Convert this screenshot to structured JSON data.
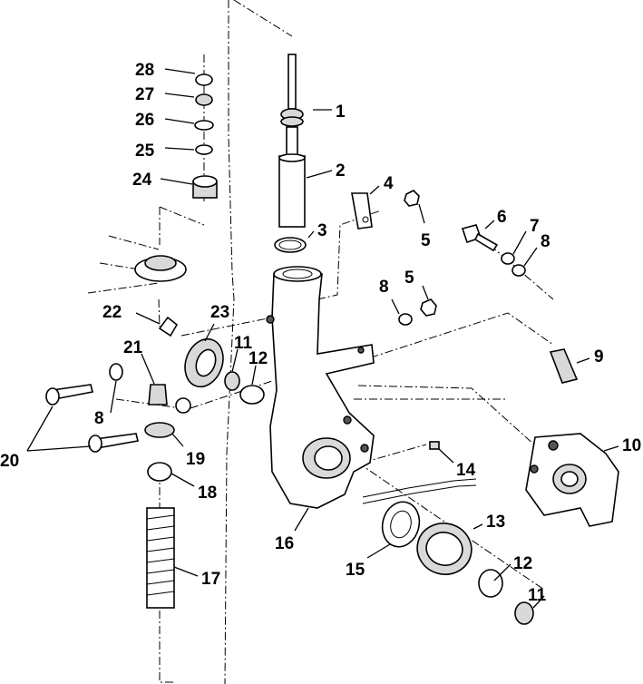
{
  "diagram": {
    "callouts": [
      {
        "id": "c1",
        "label": "1"
      },
      {
        "id": "c2",
        "label": "2"
      },
      {
        "id": "c3",
        "label": "3"
      },
      {
        "id": "c4",
        "label": "4"
      },
      {
        "id": "c5a",
        "label": "5"
      },
      {
        "id": "c5b",
        "label": "5"
      },
      {
        "id": "c6",
        "label": "6"
      },
      {
        "id": "c7",
        "label": "7"
      },
      {
        "id": "c8a",
        "label": "8"
      },
      {
        "id": "c8b",
        "label": "8"
      },
      {
        "id": "c8c",
        "label": "8"
      },
      {
        "id": "c9",
        "label": "9"
      },
      {
        "id": "c10",
        "label": "10"
      },
      {
        "id": "c11a",
        "label": "11"
      },
      {
        "id": "c11b",
        "label": "11"
      },
      {
        "id": "c12a",
        "label": "12"
      },
      {
        "id": "c12b",
        "label": "12"
      },
      {
        "id": "c13",
        "label": "13"
      },
      {
        "id": "c14",
        "label": "14"
      },
      {
        "id": "c15",
        "label": "15"
      },
      {
        "id": "c16",
        "label": "16"
      },
      {
        "id": "c17",
        "label": "17"
      },
      {
        "id": "c18",
        "label": "18"
      },
      {
        "id": "c19",
        "label": "19"
      },
      {
        "id": "c20",
        "label": "20"
      },
      {
        "id": "c21",
        "label": "21"
      },
      {
        "id": "c22",
        "label": "22"
      },
      {
        "id": "c23",
        "label": "23"
      },
      {
        "id": "c24",
        "label": "24"
      },
      {
        "id": "c25",
        "label": "25"
      },
      {
        "id": "c26",
        "label": "26"
      },
      {
        "id": "c27",
        "label": "27"
      },
      {
        "id": "c28",
        "label": "28"
      }
    ]
  }
}
